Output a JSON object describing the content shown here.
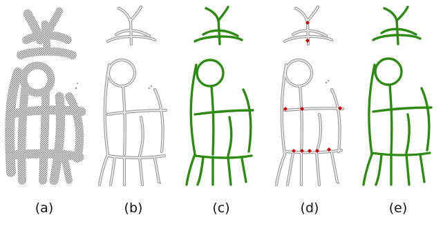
{
  "figure": {
    "panels": [
      {
        "label": "(a)"
      },
      {
        "label": "(b)"
      },
      {
        "label": "(c)"
      },
      {
        "label": "(d)"
      },
      {
        "label": "(e)"
      }
    ]
  },
  "colors": {
    "mesh": "#9a9a9a",
    "skeleton_gray": "#c8c8c8",
    "skeleton_green": "#2e8b12",
    "junction_red": "#cc0000"
  }
}
